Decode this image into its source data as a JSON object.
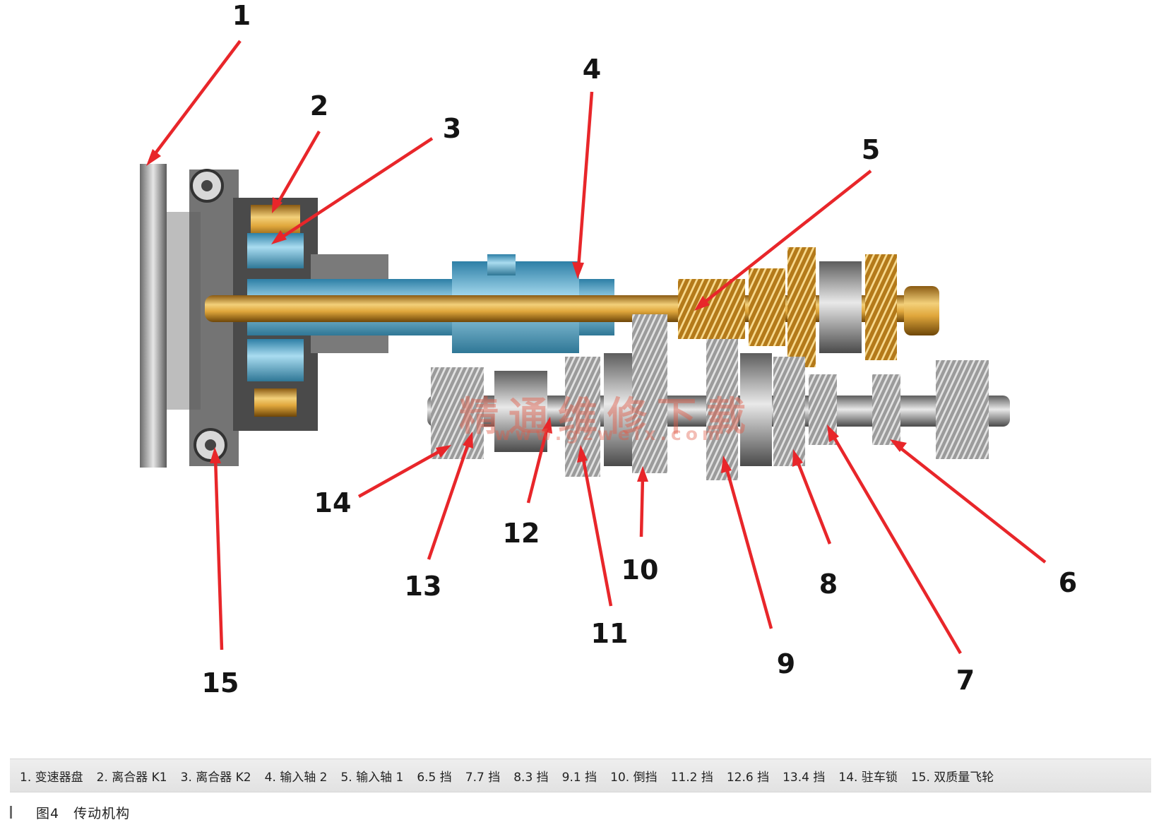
{
  "figure": {
    "callouts": [
      "1",
      "2",
      "3",
      "4",
      "5",
      "6",
      "7",
      "8",
      "9",
      "10",
      "11",
      "12",
      "13",
      "14",
      "15"
    ],
    "legend": [
      "1. 变速器盘",
      "2. 离合器 K1",
      "3. 离合器 K2",
      "4. 输入轴 2",
      "5. 输入轴 1",
      "6.5 挡",
      "7.7 挡",
      "8.3 挡",
      "9.1 挡",
      "10. 倒挡",
      "11.2 挡",
      "12.6 挡",
      "13.4 挡",
      "14. 驻车锁",
      "15. 双质量飞轮"
    ],
    "caption": "图4　传动机构",
    "watermark": "精通维修下载",
    "watermark_url": "www.gzweix.com"
  },
  "colors": {
    "arrow": "#e8262a",
    "input_shaft_1": "#d9a53a",
    "input_shaft_2": "#6cb6d6",
    "steel": "#a8a8a8"
  }
}
